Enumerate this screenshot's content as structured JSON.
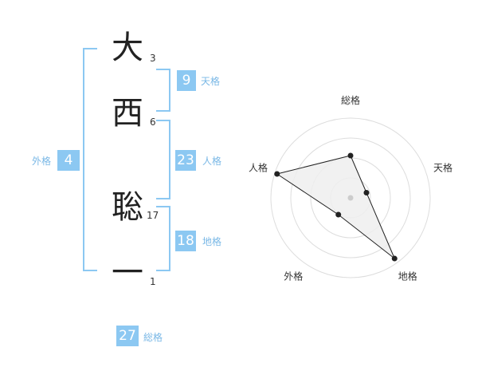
{
  "name": {
    "chars": [
      {
        "char": "大",
        "strokes": "3"
      },
      {
        "char": "西",
        "strokes": "6"
      },
      {
        "char": "聡",
        "strokes": "17"
      },
      {
        "char": "一",
        "strokes": "1"
      }
    ]
  },
  "fortunes": {
    "ten": {
      "label": "天格",
      "value": "9"
    },
    "jin": {
      "label": "人格",
      "value": "23"
    },
    "chi": {
      "label": "地格",
      "value": "18"
    },
    "gai": {
      "label": "外格",
      "value": "4"
    },
    "sou": {
      "label": "総格",
      "value": "27"
    }
  },
  "chart_data": {
    "type": "radar",
    "axes": [
      "総格",
      "天格",
      "地格",
      "外格",
      "人格"
    ],
    "values": [
      0.53,
      0.21,
      0.94,
      0.26,
      0.97
    ],
    "rings": 4,
    "colors": {
      "ring": "#dddddd",
      "fill": "#eeeeee",
      "line": "#222222",
      "center": "#cccccc"
    }
  }
}
